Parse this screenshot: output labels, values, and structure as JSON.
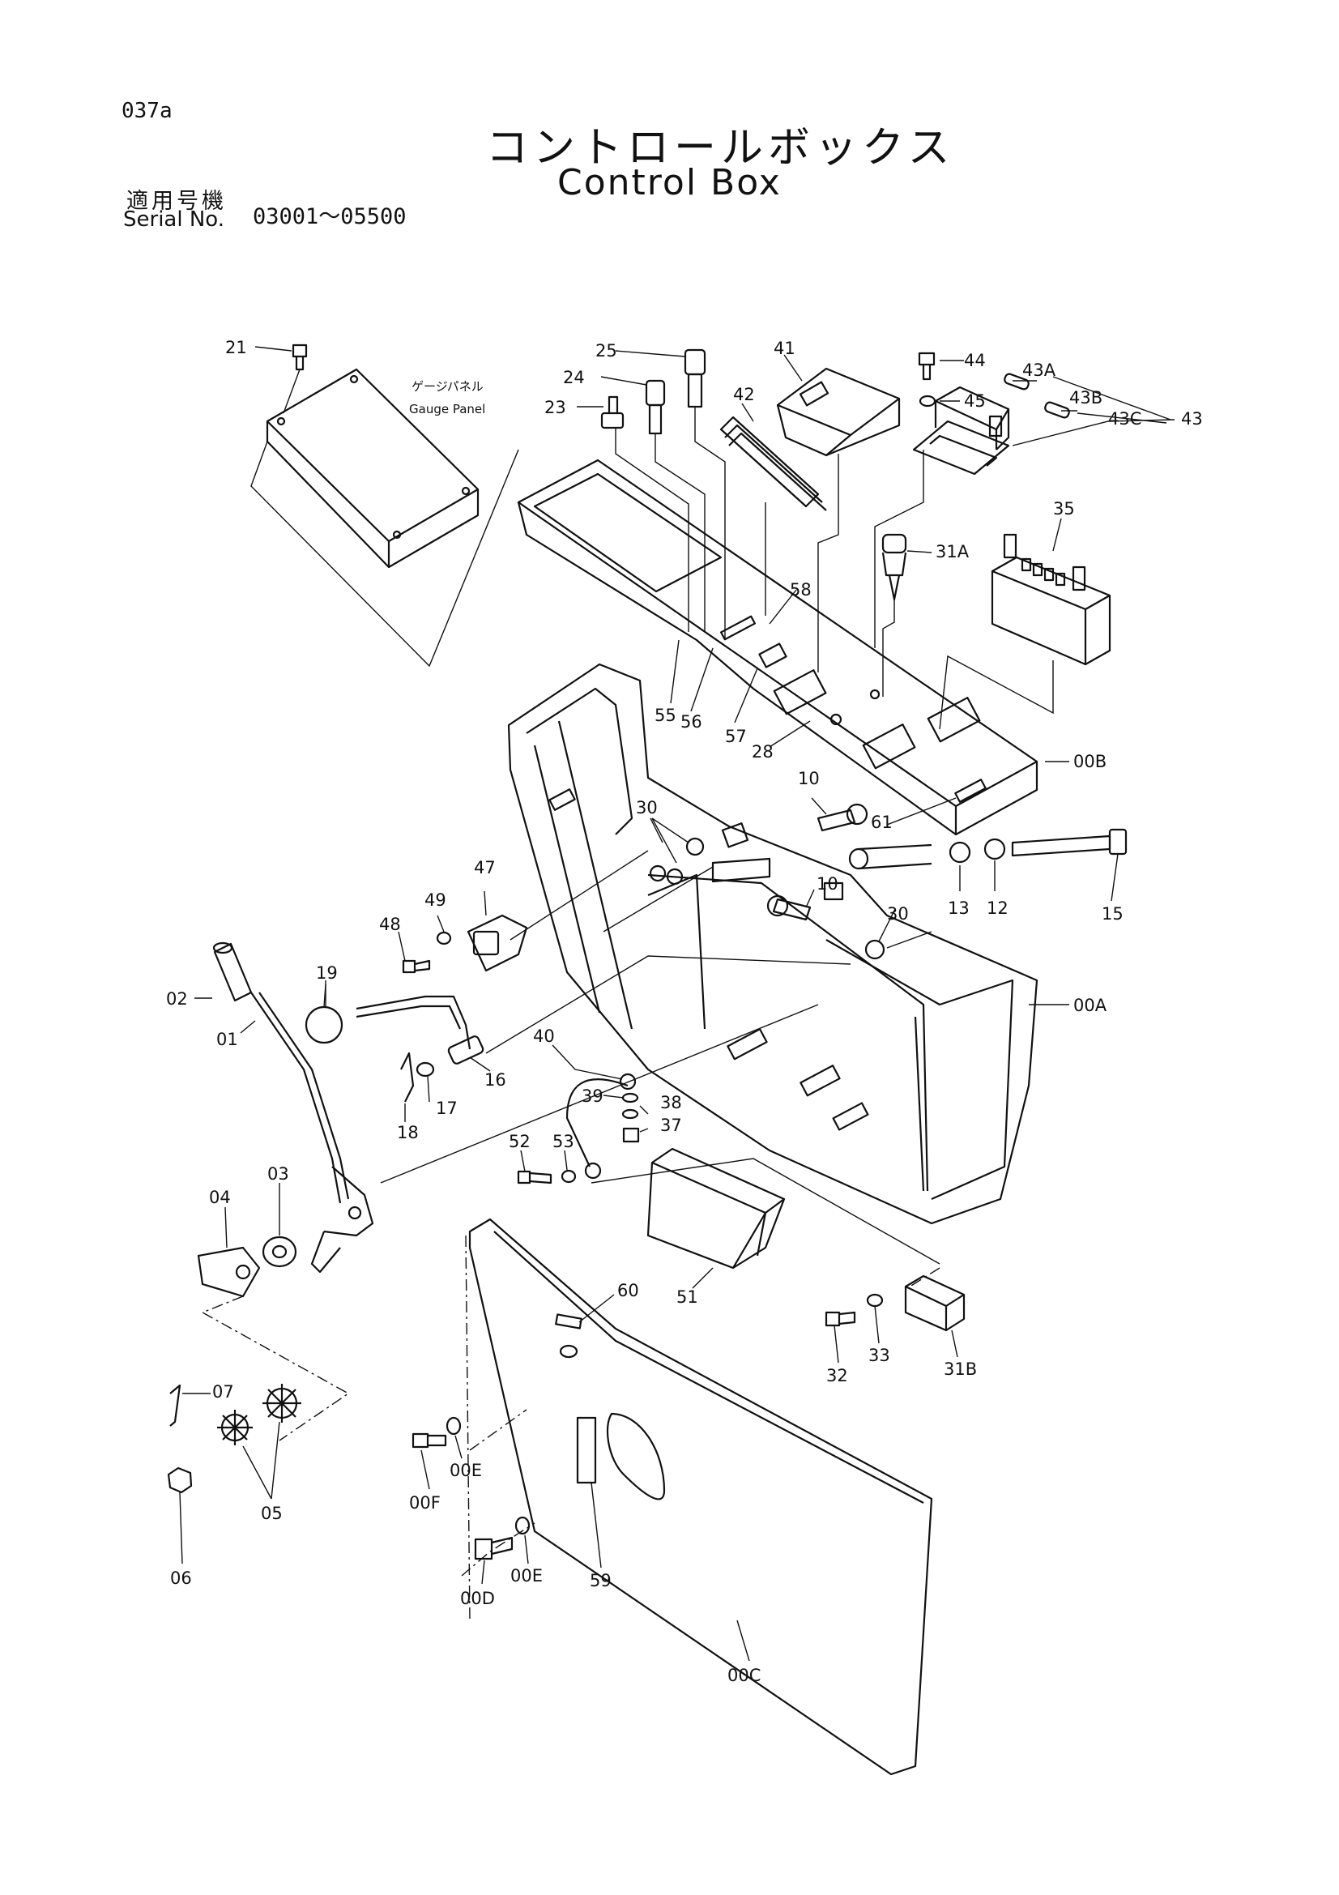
{
  "header": {
    "page_code": "037a",
    "title_jp": "コントロールボックス",
    "title_en": "Control Box",
    "serial_label_jp": "適用号機",
    "serial_label_en": "Serial No.",
    "serial_range": "03001～05500"
  },
  "annotations": {
    "gauge_panel_jp": "ゲージパネル",
    "gauge_panel_en": "Gauge Panel"
  },
  "callouts": {
    "p21": "21",
    "p25": "25",
    "p24": "24",
    "p23": "23",
    "p41": "41",
    "p42": "42",
    "p44": "44",
    "p45": "45",
    "p43A": "43A",
    "p43B": "43B",
    "p43C": "43C",
    "p43": "43",
    "p31A": "31A",
    "p35": "35",
    "p58": "58",
    "p55": "55",
    "p56": "56",
    "p57": "57",
    "p28": "28",
    "p00B": "00B",
    "p10a": "10",
    "p61": "61",
    "p30a": "30",
    "p13": "13",
    "p12": "12",
    "p15": "15",
    "p10b": "10",
    "p47": "47",
    "p49": "49",
    "p48": "48",
    "p30b": "30",
    "p00A": "00A",
    "p19": "19",
    "p02": "02",
    "p01": "01",
    "p16": "16",
    "p17": "17",
    "p18": "18",
    "p40": "40",
    "p39": "39",
    "p38": "38",
    "p37": "37",
    "p52": "52",
    "p53": "53",
    "p03": "03",
    "p04": "04",
    "p51": "51",
    "p60": "60",
    "p33": "33",
    "p32": "32",
    "p31B": "31B",
    "p07": "07",
    "p05": "05",
    "p06": "06",
    "p00E_a": "00E",
    "p00F": "00F",
    "p00E_b": "00E",
    "p00D": "00D",
    "p59": "59",
    "p00C": "00C"
  }
}
